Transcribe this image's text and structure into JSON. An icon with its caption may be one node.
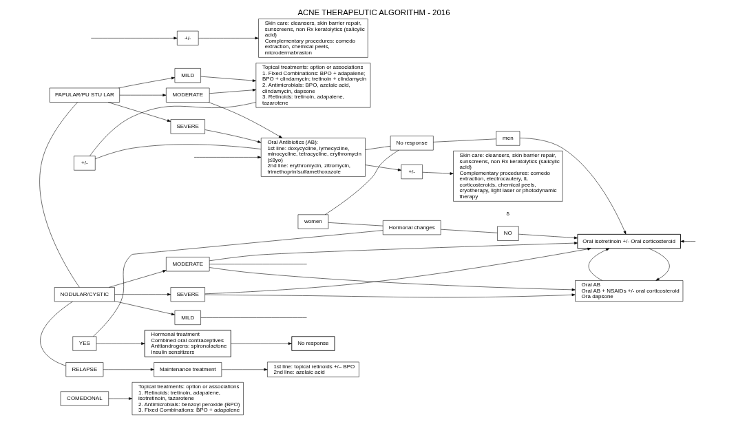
{
  "diagram": {
    "title": "ACNE THERAPEUTIC ALGORITHM - 2016",
    "nodes": [
      {
        "text": [
          "COMEDONAL"
        ]
      },
      {
        "text": [
          "Topical treatments: option or associations",
          "1. Retinoids: tretinoin, adapalene, isotretinoin, tazarotene",
          "2. Antimicrobials: benzoyl peroxide (BPO)",
          "3. Fixed Combinations: BPO + adapalene"
        ]
      },
      {
        "text": [
          "PAPULAR/PU STU LAR"
        ]
      },
      {
        "text": [
          "MILD"
        ]
      },
      {
        "text": [
          "MODERATE"
        ]
      },
      {
        "text": [
          "SEVERE"
        ]
      },
      {
        "text": [
          "Topical treatments: option or associations",
          "1. Fixed Combinations: BPO + adapalene; BPO + clindamycin; tretinoin + clindamycin",
          "2. Antimicrobials: BPO, azelaic acid, clindamycin, dapsone",
          "3. Retinoids: tretinoin, adapalene, tazarotene"
        ]
      },
      {
        "text": [
          "+/-"
        ]
      },
      {
        "text": [
          "Oral Antibiotics (AB):",
          "1st line: doxycycline, lymecycline, minocycline, tetracycline, erythromycin (≤8yo)",
          "2nd line: erythromycin, zitromycin, trimethoprinIsulfamethoxazole"
        ]
      },
      {
        "text": [
          "+/-"
        ]
      },
      {
        "text": [
          "Skin care: cleansers, skin barrier repair, sunscreens, non Rx keratolytics (salicylic acid)",
          "Complementary procedures: comedo extraction, chemical peels, microdermabrasion"
        ]
      },
      {
        "text": [
          "+/-"
        ]
      },
      {
        "text": [
          "Skin care: cleansers, skin barrier repair, sunscreens, non Rx keratolytics (salicylic acid)",
          "Complementary procedures: comedo extraction, electrocautery, IL corticosteroids, chemical peels, cryotherapy, light laser or photodynamic therapy"
        ],
        "beside": [
          "δ"
        ]
      },
      {
        "text": [
          "No response"
        ]
      },
      {
        "text": [
          "women"
        ]
      },
      {
        "text": [
          "Hormonal changes"
        ]
      },
      {
        "text": [
          "YES"
        ]
      },
      {
        "text": [
          "NO"
        ]
      },
      {
        "text": [
          "men"
        ]
      },
      {
        "text": [
          "NODULAR/CYSTIC"
        ]
      },
      {
        "text": [
          "MILD"
        ]
      },
      {
        "text": [
          "MODERATE"
        ]
      },
      {
        "text": [
          "SEVERE"
        ]
      },
      {
        "text": [
          "Oral isotretinoin +/- Oral corticosteroid"
        ]
      },
      {
        "text": [
          "Oral AB",
          "Oral AB + NSAIDs +/- oral corticosteroid",
          "Ora dapsone"
        ]
      },
      {
        "text": [
          "Hormonal treatment",
          "Combined oral contraceptives",
          "Anttiandrogens: spironolactone",
          "Insulin sensitizers"
        ]
      },
      {
        "text": [
          "No response"
        ]
      },
      {
        "text": [
          "RELAPSE"
        ]
      },
      {
        "text": [
          "Maintenance treatment"
        ]
      },
      {
        "text": [
          "1st line: topical retinoids +/– BPO",
          "2nd line: azelaic acid"
        ]
      }
    ],
    "edges": [
      {
        "from": 0,
        "to": 1,
        "arrow": "to"
      },
      {
        "from": 2,
        "to": 3,
        "arrow": "to"
      },
      {
        "from": 2,
        "to": 4,
        "arrow": "to"
      },
      {
        "from": 2,
        "to": 5,
        "arrow": "to"
      },
      {
        "from": 3,
        "to": 6,
        "arrow": "to"
      },
      {
        "from": 4,
        "to": 6,
        "arrow": "to"
      },
      {
        "from": 4,
        "to": 8,
        "arrow": "to"
      },
      {
        "from": 5,
        "to": 8,
        "arrow": "to"
      },
      {
        "from": 6,
        "to": 7,
        "arrow": "none"
      },
      {
        "from": 7,
        "to": 8,
        "arrow": "none"
      },
      {
        "from": null,
        "to": 9,
        "arrow": "to"
      },
      {
        "from": 9,
        "to": 10,
        "arrow": "to"
      },
      {
        "from": 8,
        "to": 11,
        "arrow": "to"
      },
      {
        "from": 11,
        "to": 12,
        "arrow": "to"
      },
      {
        "from": null,
        "to": 8,
        "arrow": "to"
      },
      {
        "from": 8,
        "to": 13,
        "arrow": "none"
      },
      {
        "from": 13,
        "to": 18,
        "arrow": "none"
      },
      {
        "from": 18,
        "to": 23,
        "arrow": "to"
      },
      {
        "from": 13,
        "to": 14,
        "arrow": "none"
      },
      {
        "from": 14,
        "to": 15,
        "arrow": "none"
      },
      {
        "from": 15,
        "to": 16,
        "arrow": "none"
      },
      {
        "from": 16,
        "to": 25,
        "arrow": "to"
      },
      {
        "from": 15,
        "to": 17,
        "arrow": "none"
      },
      {
        "from": 17,
        "to": 23,
        "arrow": "to"
      },
      {
        "from": null,
        "to": 23,
        "arrow": "to"
      },
      {
        "from": 19,
        "to": 20,
        "arrow": "to"
      },
      {
        "from": 19,
        "to": 21,
        "arrow": "to"
      },
      {
        "from": 19,
        "to": 22,
        "arrow": "to"
      },
      {
        "from": 20,
        "to": null,
        "arrow": "none"
      },
      {
        "from": 21,
        "to": null,
        "arrow": "none"
      },
      {
        "from": 21,
        "to": 23,
        "arrow": "to"
      },
      {
        "from": 21,
        "to": 24,
        "arrow": "to"
      },
      {
        "from": 22,
        "to": 23,
        "arrow": "to"
      },
      {
        "from": 22,
        "to": 24,
        "arrow": "to"
      },
      {
        "from": 23,
        "to": 24,
        "arrow": "to"
      },
      {
        "from": 24,
        "to": 23,
        "arrow": "to"
      },
      {
        "from": 25,
        "to": 26,
        "arrow": "to"
      },
      {
        "from": 2,
        "to": 19,
        "arrow": "none"
      },
      {
        "from": 19,
        "to": 27,
        "arrow": "none"
      },
      {
        "from": 27,
        "to": 28,
        "arrow": "to"
      },
      {
        "from": 28,
        "to": 29,
        "arrow": "to"
      }
    ]
  }
}
